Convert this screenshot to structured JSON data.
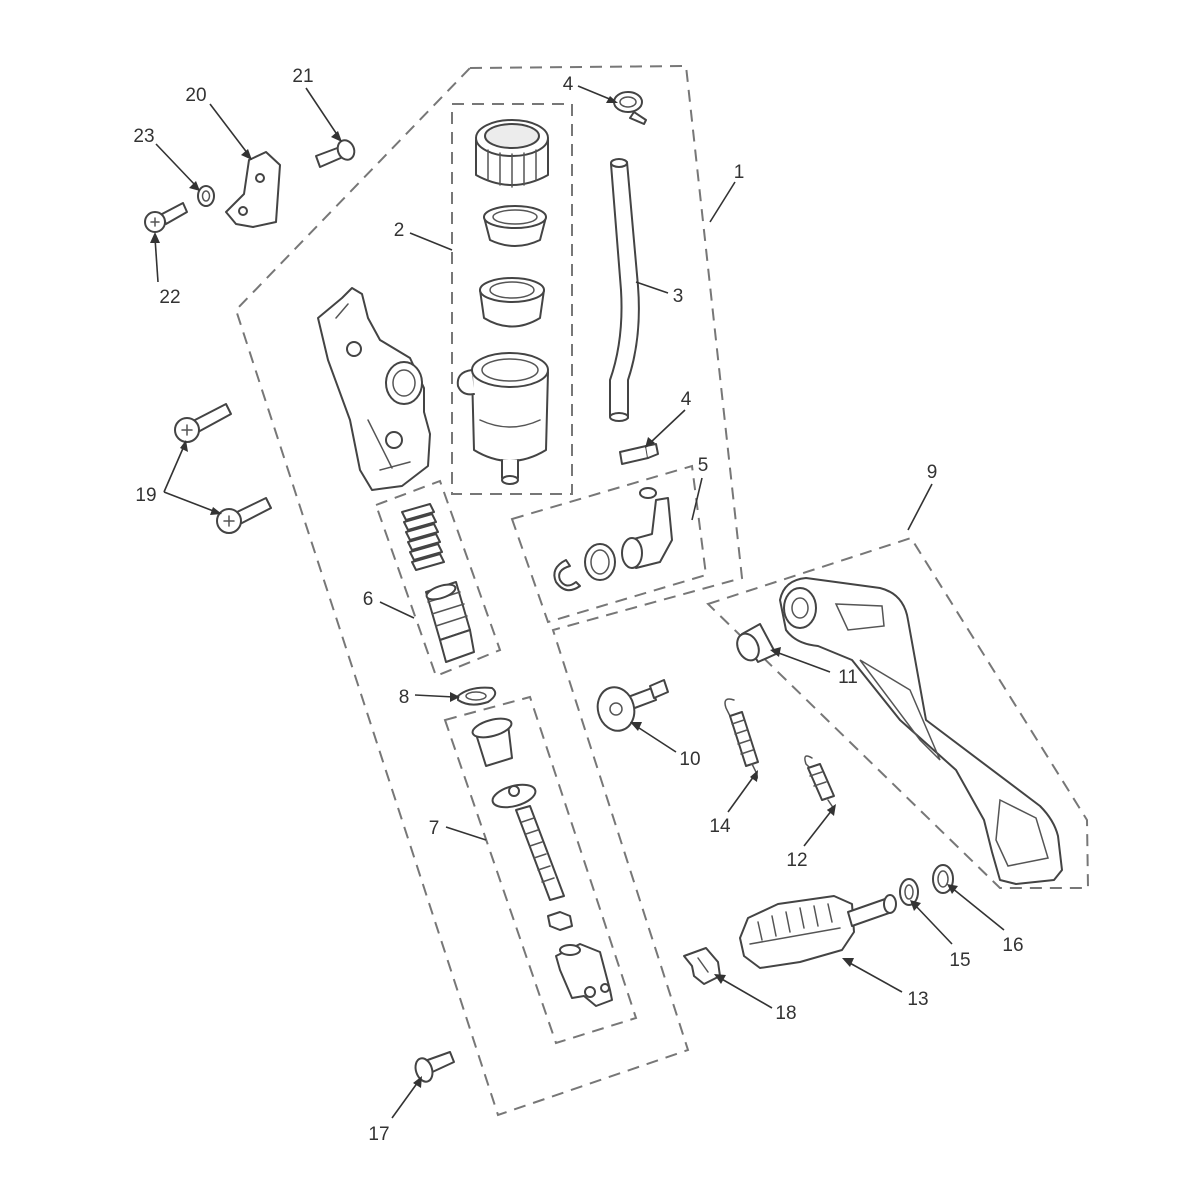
{
  "diagram": {
    "labels": [
      "1",
      "2",
      "3",
      "4",
      "4",
      "5",
      "6",
      "7",
      "8",
      "9",
      "10",
      "11",
      "12",
      "13",
      "14",
      "15",
      "16",
      "17",
      "18",
      "19",
      "20",
      "21",
      "22",
      "23"
    ]
  }
}
